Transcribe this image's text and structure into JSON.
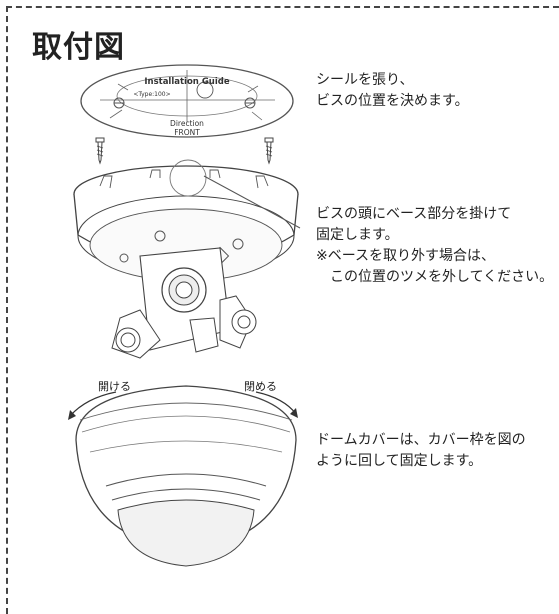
{
  "title": "取付図",
  "step1": {
    "lines": [
      "シールを張り、",
      "ビスの位置を決めます。"
    ]
  },
  "step2": {
    "lines": [
      "ビスの頭にベース部分を掛けて",
      "固定します。",
      "※ベースを取り外す場合は、",
      "　この位置のツメを外してください。"
    ]
  },
  "step3": {
    "lines": [
      "ドームカバーは、カバー枠を図の",
      "ように回して固定します。"
    ]
  },
  "open_label": "開ける",
  "close_label": "閉める",
  "sticker": {
    "heading": "Installation Guide",
    "type_label": "<Type:100>",
    "direction": "Direction",
    "front": "FRONT"
  }
}
